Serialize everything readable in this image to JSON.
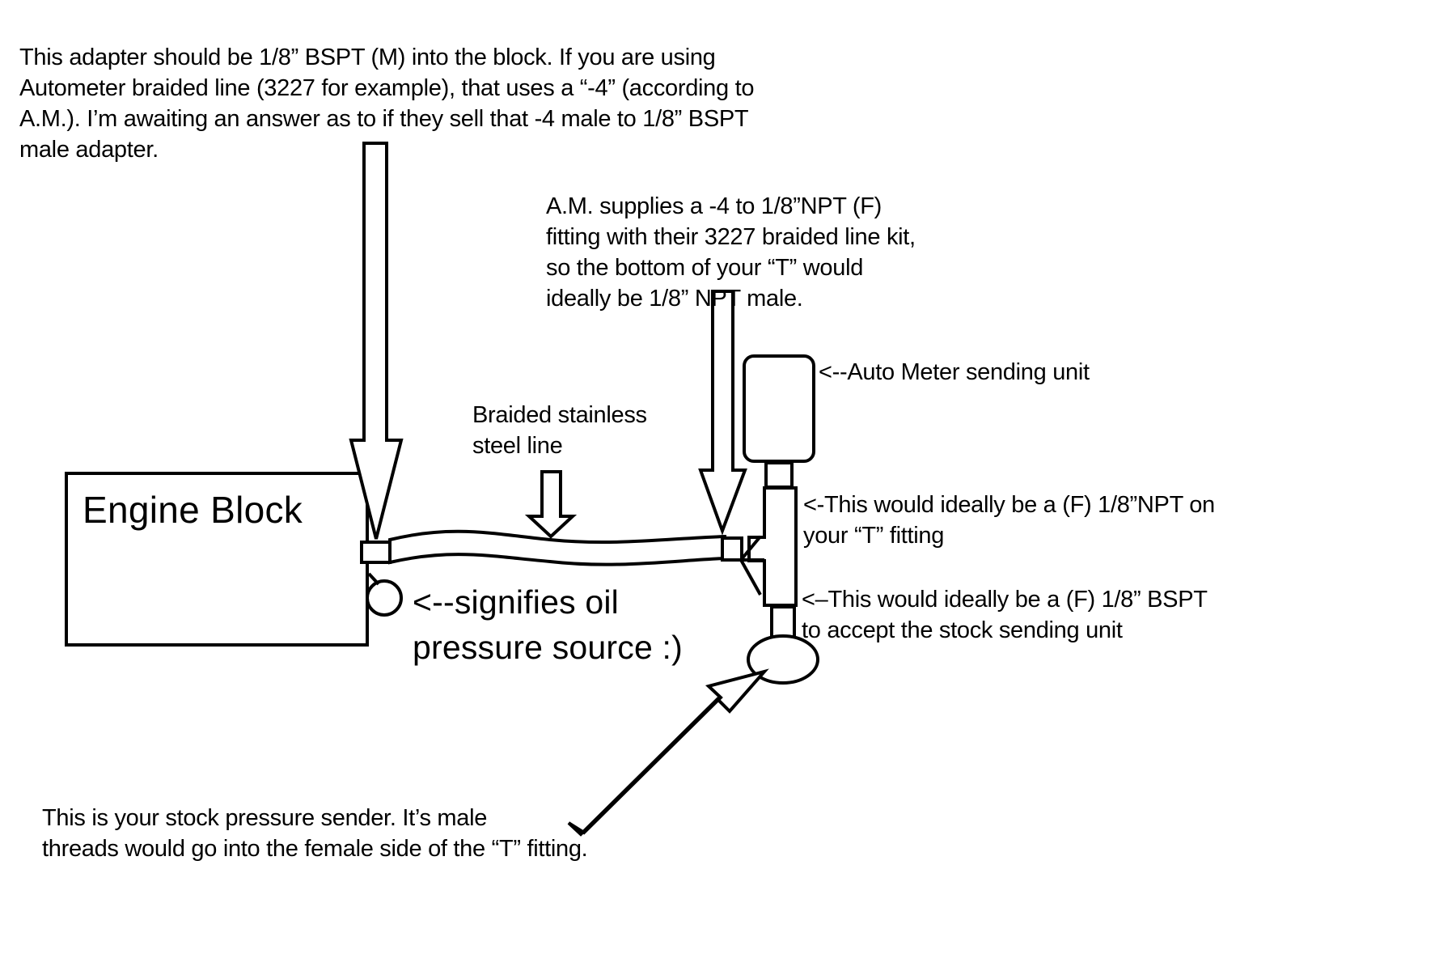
{
  "engine_block": {
    "label": "Engine Block"
  },
  "annotations": {
    "adapter_note": [
      "This adapter should be 1/8” BSPT (M) into the block. If you are using",
      "Autometer braided line (3227 for example), that uses a “-4” (according to",
      "A.M.). I’m awaiting an answer as to if they sell that -4 male to 1/8” BSPT",
      "male adapter."
    ],
    "fitting_note": [
      "A.M. supplies a -4 to 1/8”NPT (F)",
      "fitting with their 3227 braided line kit,",
      "so the bottom of your “T” would",
      "ideally be 1/8”   NPT male."
    ],
    "sending_unit_label": "<--Auto Meter sending unit",
    "braided_line_label": [
      "Braided stainless",
      "steel line"
    ],
    "npt_label": [
      "<-This would ideally be a (F) 1/8”NPT on",
      "your “T” fitting"
    ],
    "bspt_label": [
      "<–This would ideally be a (F) 1/8” BSPT",
      "to accept the stock sending unit"
    ],
    "oil_source_label": [
      "<--signifies oil",
      "pressure source :)"
    ],
    "stock_sender_note": [
      "This is your stock pressure sender. It’s male",
      "threads would go into the female side of the “T” fitting."
    ]
  },
  "colors": {
    "stroke": "#000000",
    "background": "#ffffff"
  }
}
